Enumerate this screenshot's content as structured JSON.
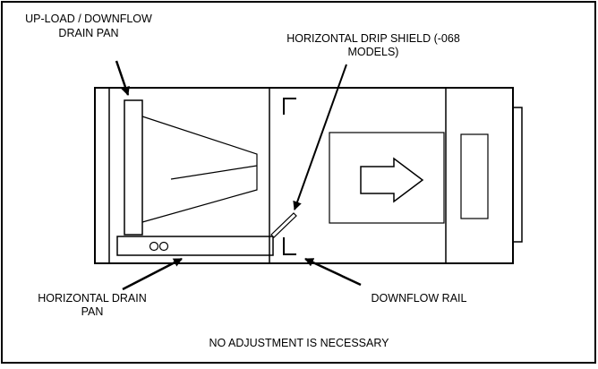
{
  "labels": {
    "upload_pan_line1": "UP-LOAD / DOWNFLOW",
    "upload_pan_line2": "DRAIN PAN",
    "drip_shield_line1": "HORIZONTAL DRIP SHIELD (-068",
    "drip_shield_line2": "MODELS)",
    "horiz_pan_line1": "HORIZONTAL DRAIN",
    "horiz_pan_line2": "PAN",
    "downflow_rail": "DOWNFLOW RAIL",
    "footer_note": "NO ADJUSTMENT IS NECESSARY"
  },
  "colors": {
    "stroke": "#000000",
    "background": "#ffffff"
  }
}
